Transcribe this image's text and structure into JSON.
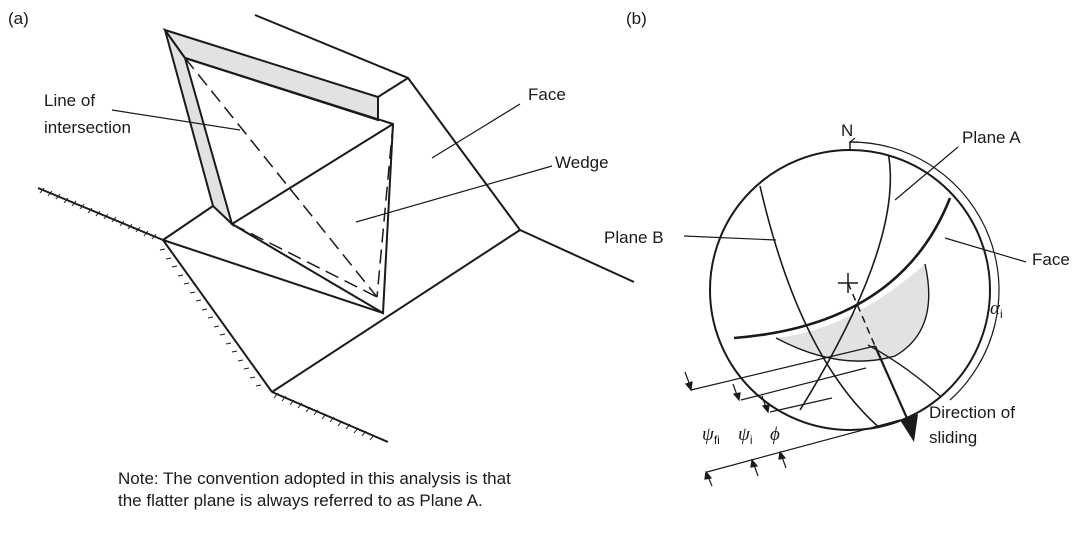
{
  "panel_a": {
    "tag": "(a)",
    "labels": {
      "line_of_intersection_1": "Line of",
      "line_of_intersection_2": "intersection",
      "face": "Face",
      "wedge": "Wedge"
    },
    "note": "Note: The convention adopted in this analysis is that the flatter plane is always referred to as Plane A."
  },
  "panel_b": {
    "tag": "(b)",
    "labels": {
      "north": "N",
      "plane_a": "Plane A",
      "plane_b": "Plane B",
      "face": "Face",
      "alpha": "α",
      "alpha_sub": "i",
      "direction_1": "Direction of",
      "direction_2": "sliding",
      "psi_fi": "ψ",
      "psi_fi_sub": "fi",
      "psi_i": "ψ",
      "psi_i_sub": "i",
      "phi": "ϕ"
    }
  },
  "colors": {
    "line": "#1a1a1a",
    "shade": "#e2e2e2"
  }
}
